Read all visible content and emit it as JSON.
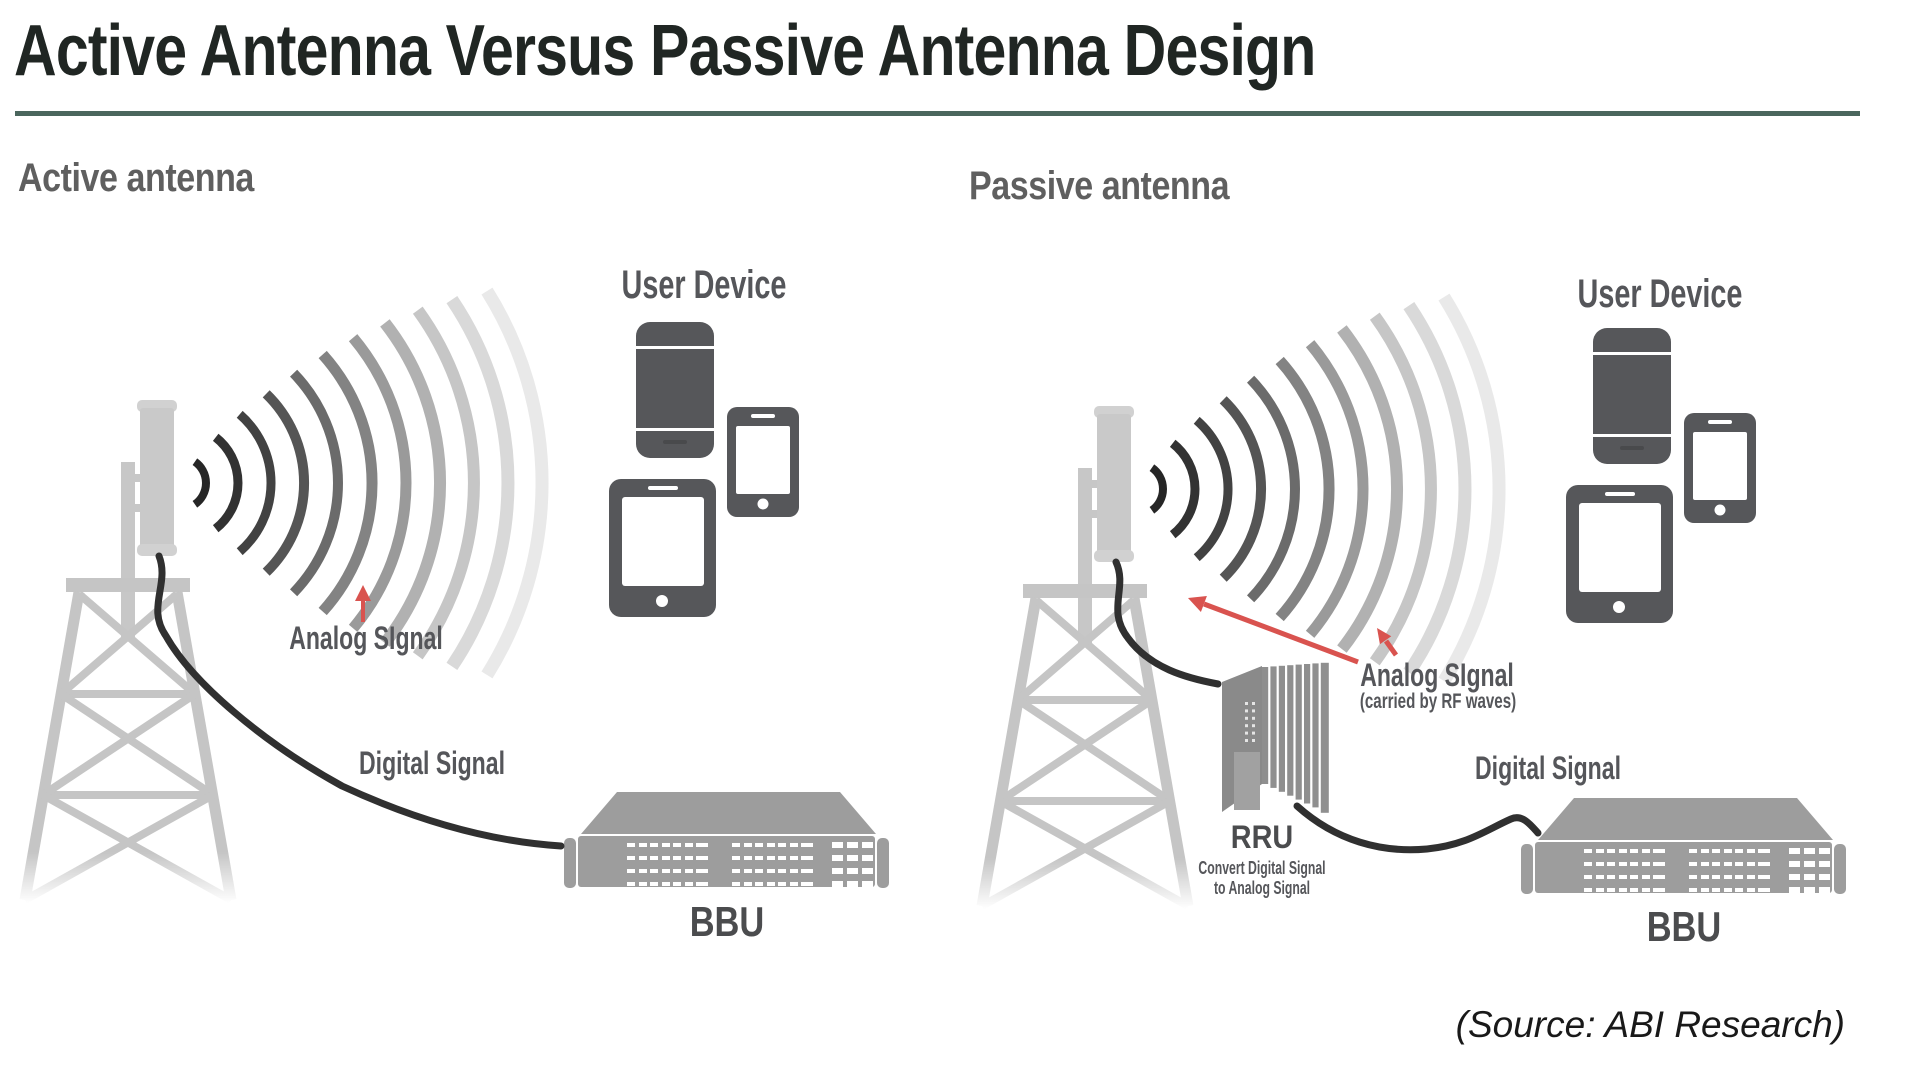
{
  "title": "Active Antenna Versus Passive Antenna Design",
  "source_note": "(Source: ABI Research)",
  "colors": {
    "title_text": "#202623",
    "underline_teal": "#4a665d",
    "arrow_red": "#d9534f",
    "structure_gray": "#c6c6c6",
    "wave_dark": "#262626",
    "wave_light": "#e9e9e9",
    "device_gray": "#56575a",
    "equipment_gray": "#9d9d9d",
    "label_gray": "#55565a"
  },
  "left_panel": {
    "heading": "Active antenna",
    "user_device_label": "User Device",
    "analog_signal_label": "Analog SIgnal",
    "digital_signal_label": "Digital Signal",
    "bbu_label": "BBU"
  },
  "right_panel": {
    "heading": "Passive antenna",
    "user_device_label": "User Device",
    "analog_signal_label": "Analog SIgnal",
    "analog_signal_sublabel": "(carried by RF waves)",
    "digital_signal_label": "Digital Signal",
    "rru_label": "RRU",
    "rru_sublabel_line1": "Convert Digital Signal",
    "rru_sublabel_line2": "to Analog Signal",
    "bbu_label": "BBU"
  },
  "icons": [
    "cell-tower-icon",
    "antenna-panel-icon",
    "radio-waves-icon",
    "smartphone-icon",
    "small-phone-icon",
    "tablet-icon",
    "bbu-server-icon",
    "rru-unit-icon",
    "cable-icon",
    "red-arrow-icon"
  ]
}
